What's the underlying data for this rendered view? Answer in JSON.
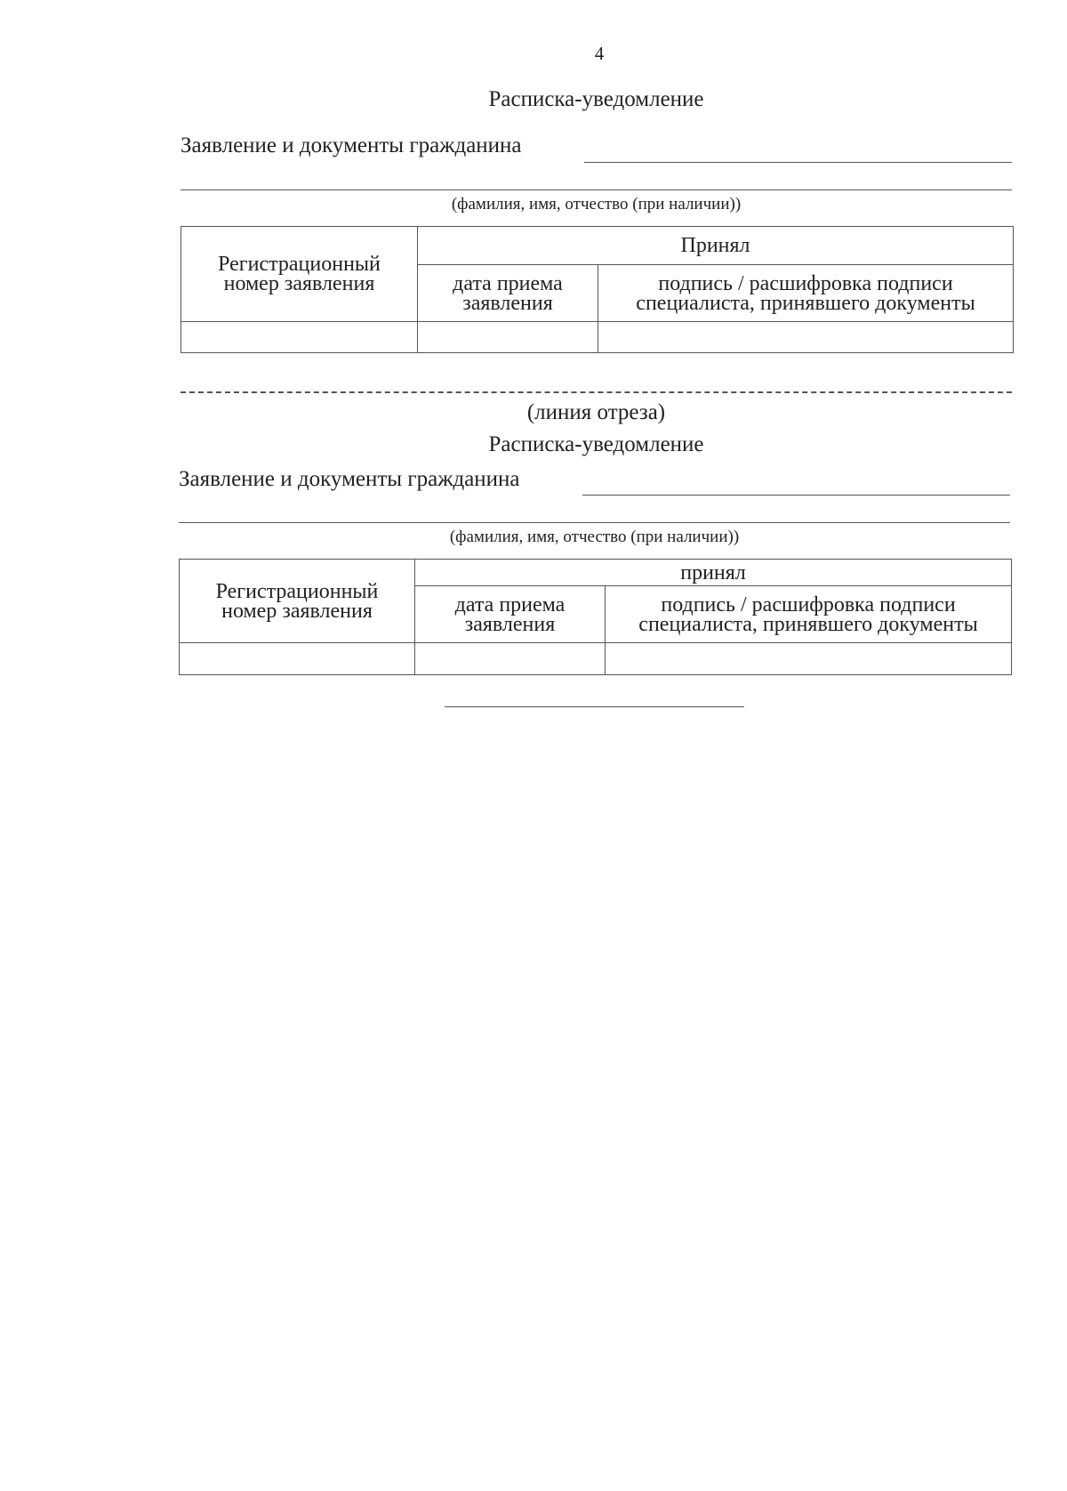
{
  "page_number": "4",
  "receipt_top": {
    "title": "Расписка-уведомление",
    "citizen_label": "Заявление и документы гражданина",
    "name_caption": "(фамилия, имя, отчество (при наличии))",
    "table": {
      "col1_header": "Регистрационный номер заявления",
      "group_header": "Принял",
      "col2_header": "дата приема заявления",
      "col3_header": "подпись / расшифровка подписи специалиста, принявшего документы"
    }
  },
  "cut_line_caption": "(линия отреза)",
  "receipt_bottom": {
    "title": "Расписка-уведомление",
    "citizen_label": "Заявление и документы гражданина",
    "name_caption": "(фамилия, имя, отчество (при наличии))",
    "table": {
      "col1_header": "Регистрационный номер заявления",
      "group_header": "принял",
      "col2_header": "дата приема заявления",
      "col3_header": "подпись / расшифровка подписи специалиста, принявшего документы"
    }
  }
}
